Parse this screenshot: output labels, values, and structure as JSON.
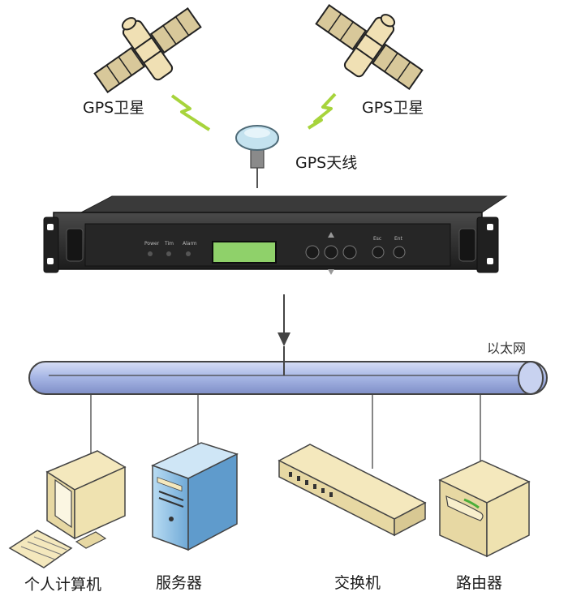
{
  "labels": {
    "satellite_left": "GPS卫星",
    "satellite_right": "GPS卫星",
    "antenna": "GPS天线",
    "ethernet": "以太网"
  },
  "device": {
    "panel_labels": [
      "Power",
      "Tim",
      "Alarm"
    ],
    "key_labels": [
      "Esc",
      "Ent"
    ]
  },
  "nodes": [
    {
      "label": "个人计算机",
      "icon": "pc-icon"
    },
    {
      "label": "服务器",
      "icon": "server-icon"
    },
    {
      "label": "交换机",
      "icon": "switch-icon"
    },
    {
      "label": "路由器",
      "icon": "router-icon"
    }
  ],
  "colors": {
    "pipe": "#a9b8e6",
    "device_body": "#2a2a2a",
    "lcd": "#8fd16a",
    "beige": "#f1e4b7",
    "server_blue": "#8ec2e8",
    "lightning": "#b8e04a"
  }
}
